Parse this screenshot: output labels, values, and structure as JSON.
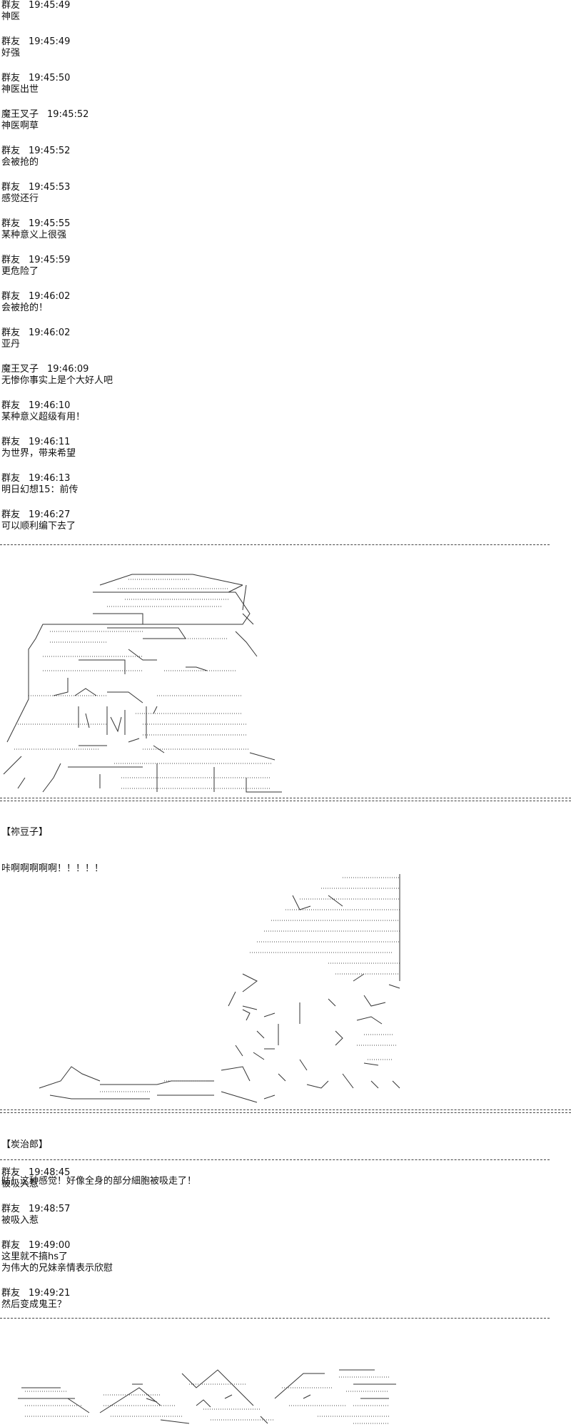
{
  "log1": [
    {
      "sender": "群友",
      "time": "19:45:49",
      "text": "神医"
    },
    {
      "sender": "群友",
      "time": "19:45:49",
      "text": "好强"
    },
    {
      "sender": "群友",
      "time": "19:45:50",
      "text": "神医出世"
    },
    {
      "sender": "魔王叉子",
      "time": "19:45:52",
      "text": "神医啊草"
    },
    {
      "sender": "群友",
      "time": "19:45:52",
      "text": "会被抢的"
    },
    {
      "sender": "群友",
      "time": "19:45:53",
      "text": "感觉还行"
    },
    {
      "sender": "群友",
      "time": "19:45:55",
      "text": "某种意义上很强"
    },
    {
      "sender": "群友",
      "time": "19:45:59",
      "text": "更危险了"
    },
    {
      "sender": "群友",
      "time": "19:46:02",
      "text": "会被抢的！"
    },
    {
      "sender": "群友",
      "time": "19:46:02",
      "text": "亚丹"
    },
    {
      "sender": "魔王叉子",
      "time": "19:46:09",
      "text": "无惨你事实上是个大好人吧"
    },
    {
      "sender": "群友",
      "time": "19:46:10",
      "text": "某种意义超级有用！"
    },
    {
      "sender": "群友",
      "time": "19:46:11",
      "text": "为世界，带来希望"
    },
    {
      "sender": "群友",
      "time": "19:46:13",
      "text": "明日幻想15：前传"
    },
    {
      "sender": "群友",
      "time": "19:46:27",
      "text": "可以顺利编下去了"
    }
  ],
  "dialogue1": {
    "speaker": "【祢豆子】",
    "line": "咔啊啊啊啊啊！！！！！"
  },
  "dialogue2": {
    "speaker": "【炭治郎】",
    "line": "咕！这种感觉！好像全身的部分細胞被吸走了！"
  },
  "log2": [
    {
      "sender": "群友",
      "time": "19:48:45",
      "text": "被吸入惹"
    },
    {
      "sender": "群友",
      "time": "19:48:57",
      "text": "被吸入惹"
    },
    {
      "sender": "群友",
      "time": "19:49:00",
      "text": "这里就不搞hs了",
      "text2": "为伟大的兄妹亲情表示欣慰"
    },
    {
      "sender": "群友",
      "time": "19:49:21",
      "text": "然后变成鬼王？"
    }
  ],
  "art": {
    "castle_label": "ascii-art-castle",
    "battle_label": "ascii-art-battle",
    "rooftops_label": "ascii-art-rooftops"
  }
}
